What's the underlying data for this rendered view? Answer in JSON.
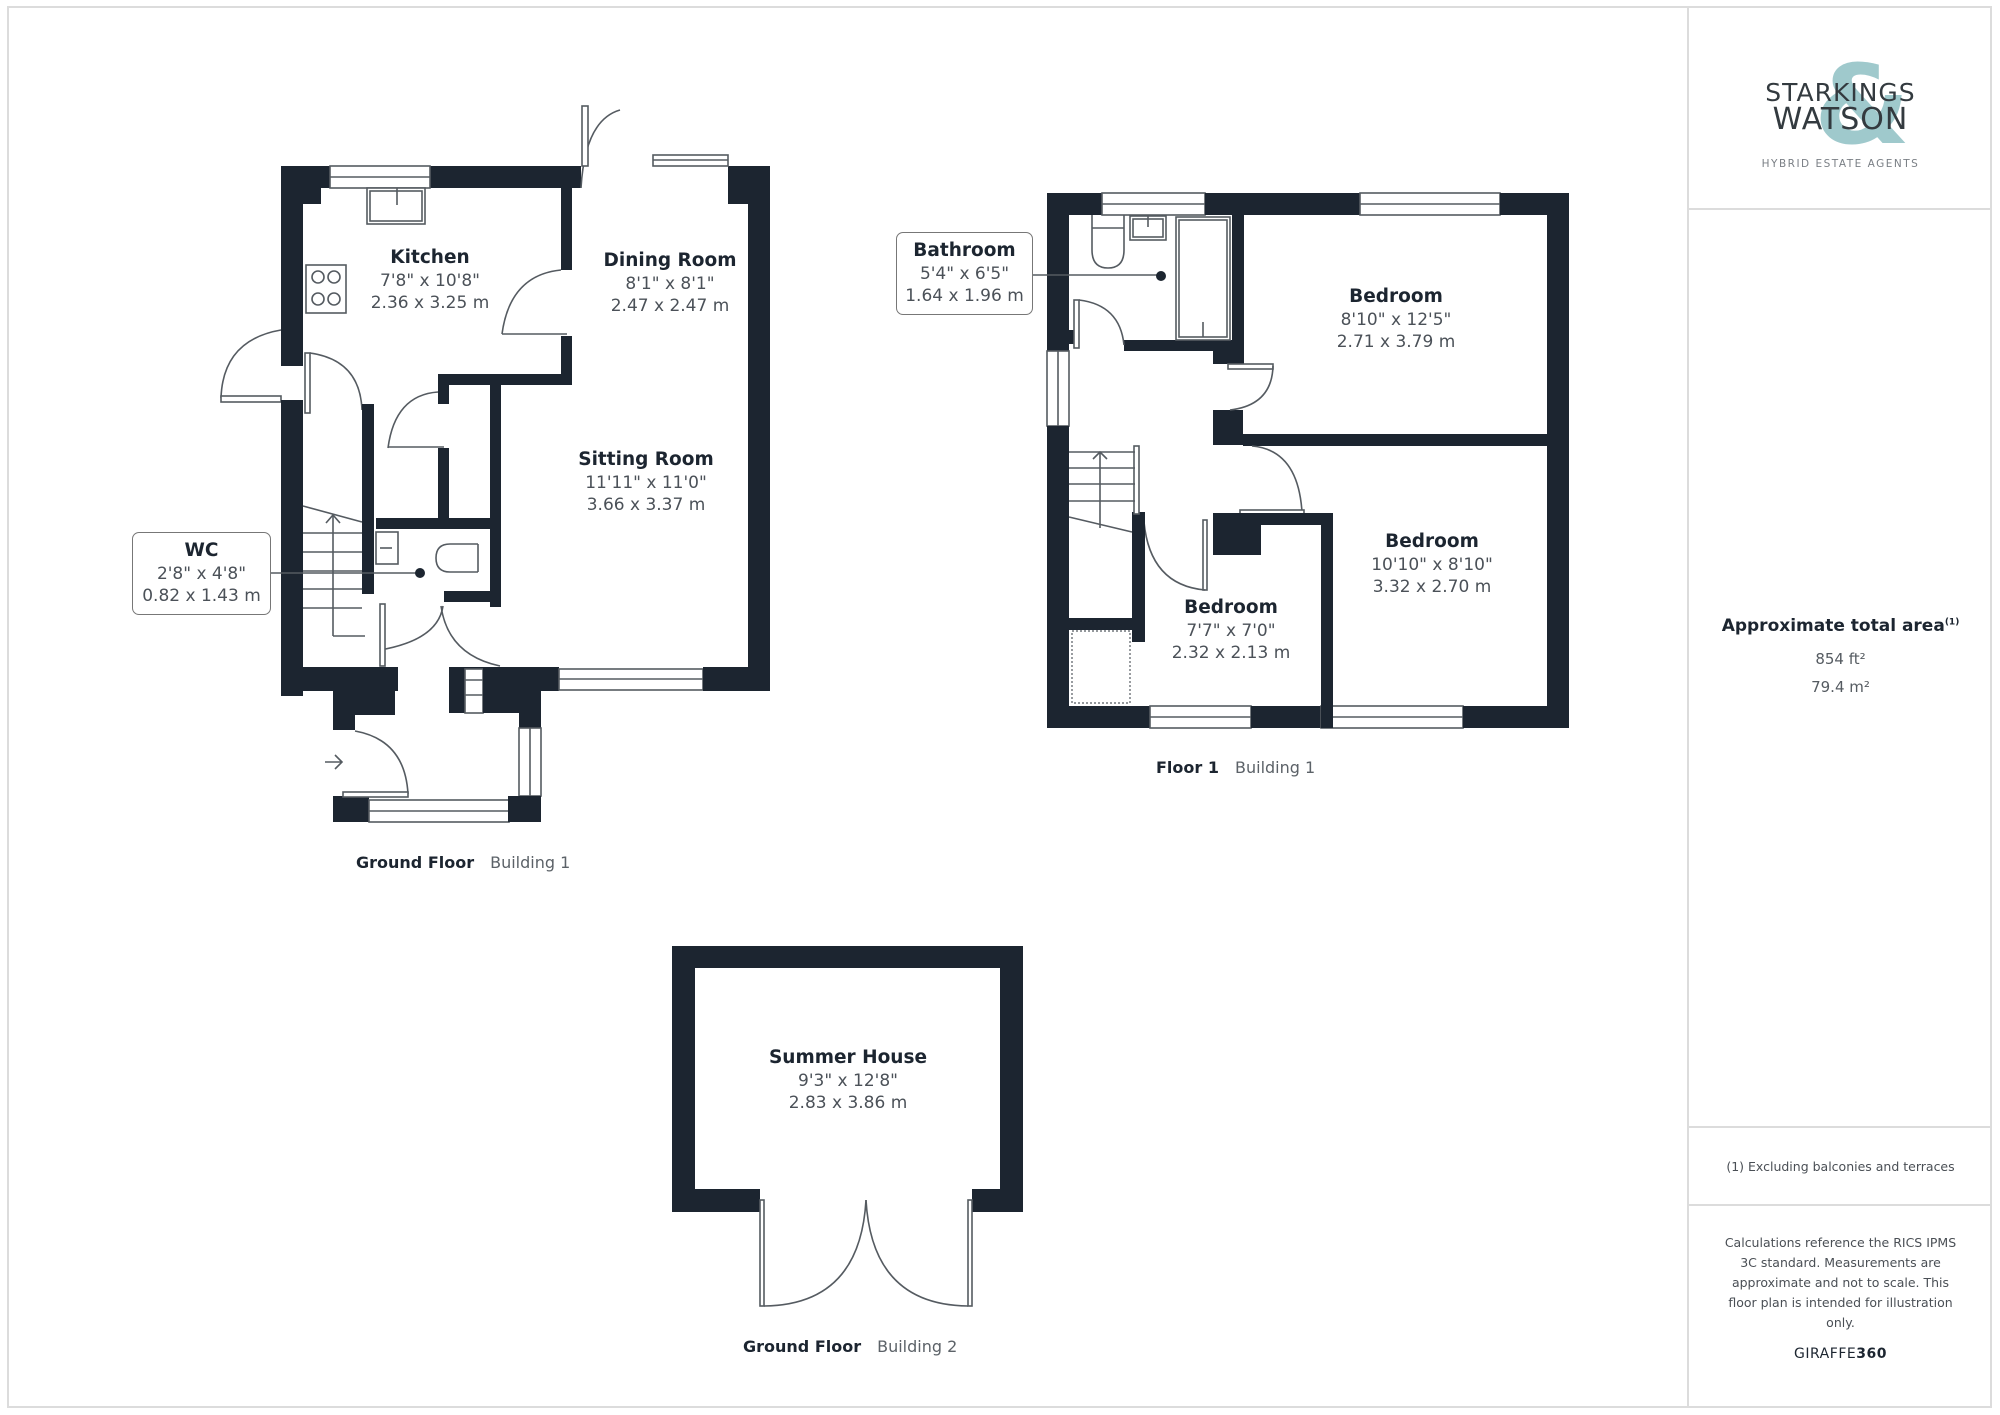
{
  "brand": {
    "name_line1": "STARKINGS",
    "name_line2": "WATSON",
    "ampersand": "&",
    "tagline": "HYBRID ESTATE AGENTS",
    "accent_color": "#8fc0c4"
  },
  "area": {
    "title": "Approximate total area",
    "footnote_marker": "(1)",
    "sqft": "854 ft²",
    "sqm": "79.4 m²"
  },
  "footnote": "(1) Excluding balconies and terraces",
  "disclaimer": "Calculations reference the RICS IPMS 3C standard. Measurements are approximate and not to scale. This floor plan is intended for illustration only.",
  "provider": {
    "light": "GIRAFFE",
    "bold": "360"
  },
  "colors": {
    "wall": "#1c2530",
    "line": "#555b61",
    "border": "#dcdcdc"
  },
  "plans": {
    "ground_b1": {
      "floor": "Ground Floor",
      "building": "Building 1",
      "rooms": [
        {
          "name": "Kitchen",
          "imperial": "7'8\" x 10'8\"",
          "metric": "2.36 x 3.25 m"
        },
        {
          "name": "Dining Room",
          "imperial": "8'1\" x 8'1\"",
          "metric": "2.47 x 2.47 m"
        },
        {
          "name": "Sitting Room",
          "imperial": "11'11\" x 11'0\"",
          "metric": "3.66 x 3.37 m"
        },
        {
          "name": "WC",
          "imperial": "2'8\" x 4'8\"",
          "metric": "0.82 x 1.43 m"
        }
      ]
    },
    "floor1_b1": {
      "floor": "Floor 1",
      "building": "Building 1",
      "rooms": [
        {
          "name": "Bathroom",
          "imperial": "5'4\" x 6'5\"",
          "metric": "1.64 x 1.96 m"
        },
        {
          "name": "Bedroom",
          "imperial": "8'10\" x 12'5\"",
          "metric": "2.71 x 3.79 m"
        },
        {
          "name": "Bedroom",
          "imperial": "10'10\" x 8'10\"",
          "metric": "3.32 x 2.70 m"
        },
        {
          "name": "Bedroom",
          "imperial": "7'7\" x 7'0\"",
          "metric": "2.32 x 2.13 m"
        }
      ]
    },
    "ground_b2": {
      "floor": "Ground Floor",
      "building": "Building 2",
      "rooms": [
        {
          "name": "Summer House",
          "imperial": "9'3\" x 12'8\"",
          "metric": "2.83 x 3.86 m"
        }
      ]
    }
  }
}
